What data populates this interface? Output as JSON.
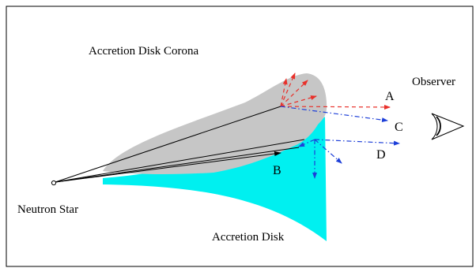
{
  "labels": {
    "corona": "Accretion Disk Corona",
    "observer": "Observer",
    "neutron_star": "Neutron Star",
    "disk": "Accretion Disk",
    "ray_a": "A",
    "ray_b": "B",
    "ray_c": "C",
    "ray_d": "D"
  },
  "colors": {
    "corona_fill": "#c6c6c6",
    "disk_fill": "#00f0f0",
    "scattered_rays": "#e8302a",
    "reflected_rays": "#1d3fd8",
    "direct_rays": "#000000"
  }
}
